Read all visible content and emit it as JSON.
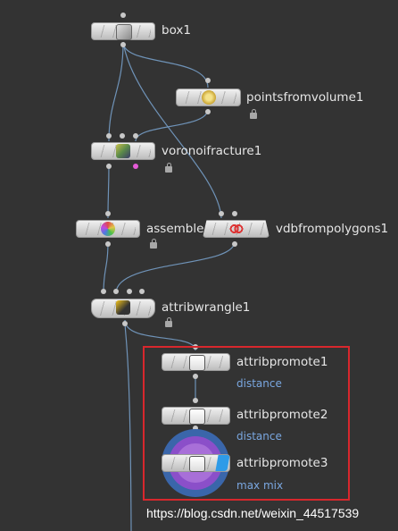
{
  "colors": {
    "background": "#333333",
    "wire": "#6f93b8",
    "highlight": "#d8272d",
    "sub_label": "#7aa7e0"
  },
  "nodes": {
    "box1": {
      "label": "box1",
      "icon": "box-icon"
    },
    "pointsfromvolume1": {
      "label": "pointsfromvolume1",
      "icon": "points-volume-icon",
      "locked": true
    },
    "voronoifracture1": {
      "label": "voronoifracture1",
      "icon": "voronoi-icon",
      "locked": true
    },
    "assemble": {
      "label": "assemble",
      "icon": "assemble-icon",
      "locked": true
    },
    "vdbfrompolygons1": {
      "label": "vdbfrompolygons1",
      "icon": "vdb-icon"
    },
    "attribwrangle1": {
      "label": "attribwrangle1",
      "icon": "wrangle-icon",
      "locked": true
    },
    "attribpromote1": {
      "label": "attribpromote1",
      "sub": "distance",
      "icon": "attribpromote-icon"
    },
    "attribpromote2": {
      "label": "attribpromote2",
      "sub": "distance",
      "icon": "attribpromote-icon"
    },
    "attribpromote3": {
      "label": "attribpromote3",
      "sub": "max mix",
      "icon": "attribpromote-icon",
      "display_flag": true
    }
  },
  "watermark": "https://blog.csdn.net/weixin_44517539"
}
